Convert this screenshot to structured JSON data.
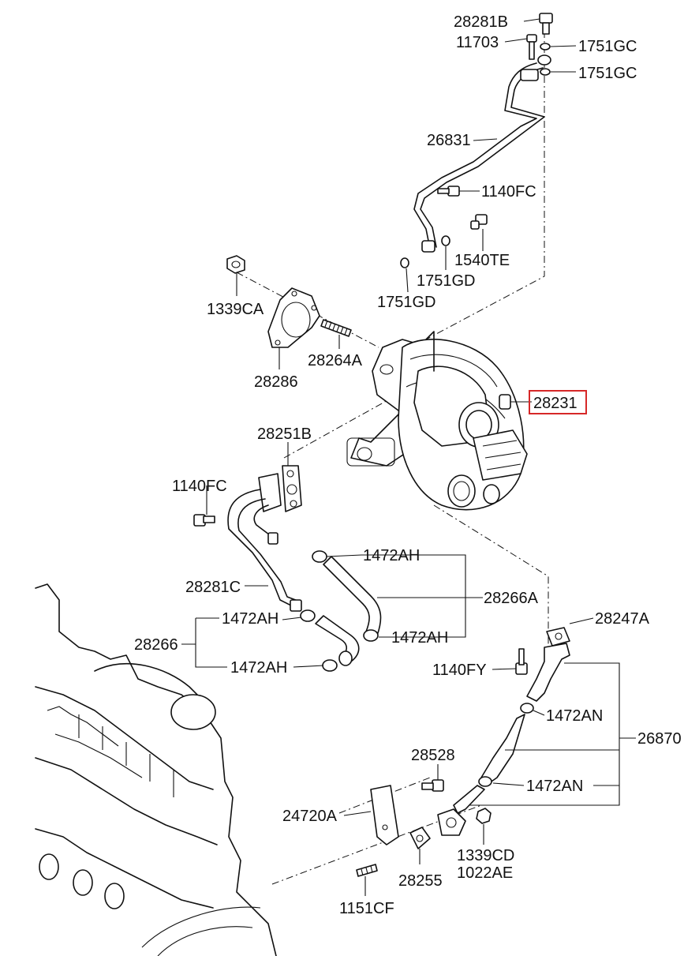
{
  "highlight_color": "#d62828",
  "highlighted_part": "28231",
  "labels": {
    "p28281B": "28281B",
    "p11703": "11703",
    "p1751GC_a": "1751GC",
    "p1751GC_b": "1751GC",
    "p26831": "26831",
    "p1140FC_a": "1140FC",
    "p1540TE": "1540TE",
    "p1751GD_a": "1751GD",
    "p1751GD_b": "1751GD",
    "p1339CA": "1339CA",
    "p28286": "28286",
    "p28264A": "28264A",
    "p28231": "28231",
    "p28251B": "28251B",
    "p1140FC_b": "1140FC",
    "p1472AH_a": "1472AH",
    "p28281C": "28281C",
    "p28266A": "28266A",
    "p1472AH_b": "1472AH",
    "p28266": "28266",
    "p1472AH_c": "1472AH",
    "p1472AH_d": "1472AH",
    "p28247A": "28247A",
    "p1140FY": "1140FY",
    "p1472AN_a": "1472AN",
    "p26870": "26870",
    "p28528": "28528",
    "p1472AN_b": "1472AN",
    "p24720A": "24720A",
    "p1339CD": "1339CD",
    "p1022AE": "1022AE",
    "p28255": "28255",
    "p1151CF": "1151CF"
  }
}
